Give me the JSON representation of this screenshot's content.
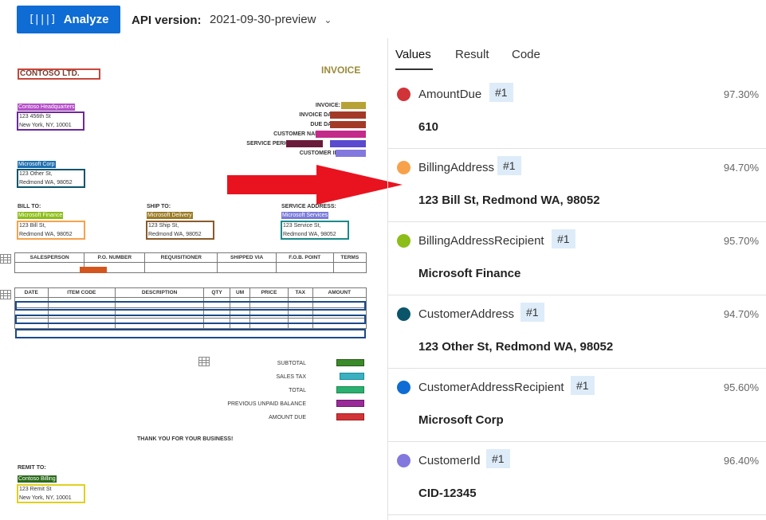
{
  "toolbar": {
    "analyze_label": "Analyze",
    "analyze_icon": "[|||]",
    "api_version_label": "API version:",
    "api_version_value": "2021-09-30-preview"
  },
  "invoice": {
    "company": "CONTOSO LTD.",
    "title": "INVOICE",
    "sender": [
      "Contoso Headquarters",
      "123 456th St",
      "New York, NY, 10001"
    ],
    "meta_labels": [
      "INVOICE:",
      "INVOICE DATE:",
      "DUE DATE:",
      "CUSTOMER NAME:",
      "SERVICE PERIOD:",
      "CUSTOMER ID:"
    ],
    "customer": [
      "Microsoft Corp",
      "123 Other St,",
      "Redmond WA, 98052"
    ],
    "bill_to_label": "BILL TO:",
    "bill_to": [
      "Microsoft Finance",
      "123 Bill St,",
      "Redmond WA, 98052"
    ],
    "ship_to_label": "SHIP TO:",
    "ship_to": [
      "Microsoft Delivery",
      "123 Ship St,",
      "Redmond WA, 98052"
    ],
    "service_label": "SERVICE ADDRESS:",
    "service": [
      "Microsoft Services",
      "123 Service St,",
      "Redmond WA, 98052"
    ],
    "header_table": [
      "SALESPERSON",
      "P.O. NUMBER",
      "REQUISITIONER",
      "SHIPPED VIA",
      "F.O.B. POINT",
      "TERMS"
    ],
    "item_table": [
      "DATE",
      "ITEM CODE",
      "DESCRIPTION",
      "QTY",
      "UM",
      "PRICE",
      "TAX",
      "AMOUNT"
    ],
    "totals_labels": [
      "SUBTOTAL",
      "SALES TAX",
      "TOTAL",
      "PREVIOUS UNPAID BALANCE",
      "AMOUNT DUE"
    ],
    "thanks": "THANK YOU FOR YOUR BUSINESS!",
    "remit_label": "REMIT TO:",
    "remit": [
      "Contoso Billing",
      "123 Remit St",
      "New York, NY, 10001"
    ]
  },
  "tabs": [
    "Values",
    "Result",
    "Code"
  ],
  "active_tab": "Values",
  "fields": [
    {
      "name": "AmountDue",
      "badge": "#1",
      "confidence": "97.30%",
      "value": "610",
      "color": "#d13438"
    },
    {
      "name": "BillingAddress",
      "badge": "#1",
      "confidence": "94.70%",
      "value": "123 Bill St, Redmond WA, 98052",
      "color": "#f7a24b"
    },
    {
      "name": "BillingAddressRecipient",
      "badge": "#1",
      "confidence": "95.70%",
      "value": "Microsoft Finance",
      "color": "#8cbd18"
    },
    {
      "name": "CustomerAddress",
      "badge": "#1",
      "confidence": "94.70%",
      "value": "123 Other St, Redmond WA, 98052",
      "color": "#0b556a"
    },
    {
      "name": "CustomerAddressRecipient",
      "badge": "#1",
      "confidence": "95.60%",
      "value": "Microsoft Corp",
      "color": "#0f6cd4"
    },
    {
      "name": "CustomerId",
      "badge": "#1",
      "confidence": "96.40%",
      "value": "CID-12345",
      "color": "#8378de"
    }
  ]
}
